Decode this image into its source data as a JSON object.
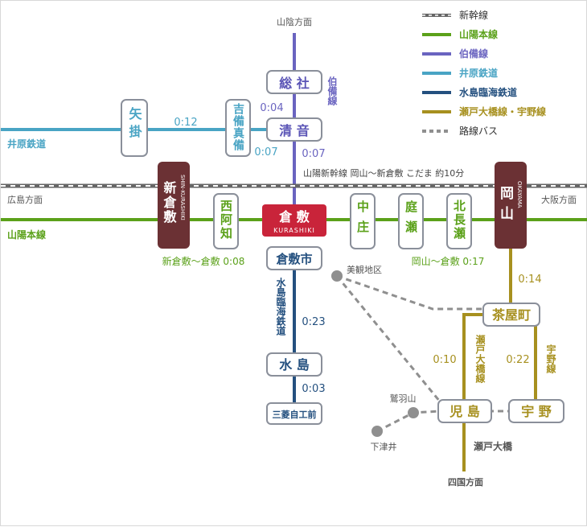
{
  "colors": {
    "shinkansen": "#777777",
    "sanyo": "#5ba11a",
    "hakubi": "#6a64c0",
    "ibara": "#49a4c4",
    "mizushima": "#24507f",
    "seto": "#a7901f",
    "bus": "#8f8f8f",
    "kurashiki_red": "#c9243a",
    "shinkansen_station": "#6b3134",
    "station_border": "#8a8f9a"
  },
  "legend": [
    {
      "key": "shinkansen",
      "label": "新幹線",
      "style": "dashed-rail"
    },
    {
      "key": "sanyo",
      "label": "山陽本線",
      "style": "solid"
    },
    {
      "key": "hakubi",
      "label": "伯備線",
      "style": "solid"
    },
    {
      "key": "ibara",
      "label": "井原鉄道",
      "style": "solid"
    },
    {
      "key": "mizushima",
      "label": "水島臨海鉄道",
      "style": "solid"
    },
    {
      "key": "seto",
      "label": "瀬戸大橋線・宇野線",
      "style": "solid"
    },
    {
      "key": "bus",
      "label": "路線バス",
      "style": "dotted"
    }
  ],
  "directions": {
    "sanin": "山陰方面",
    "hiroshima": "広島方面",
    "osaka": "大阪方面",
    "shikoku": "四国方面"
  },
  "line_labels": {
    "ibara": "井原鉄道",
    "sanyo": "山陽本線",
    "hakubi": "伯備線",
    "mizushima": "水島臨海鉄道",
    "seto": "瀬戸大橋線",
    "uno": "宇野線",
    "setoohashi_bridge": "瀬戸大橋",
    "shinkansen_note": "山陽新幹線 岡山～新倉敷 こだま 約10分"
  },
  "stations": {
    "soja": "総 社",
    "kiyone": "清 音",
    "yakage": "矢掛",
    "kibimakibi": "吉備真備",
    "shinkurashiki": "新倉敷",
    "shinkurashiki_roman": "SHIN-KURASHIKI",
    "nishiachi": "西阿知",
    "kurashiki": "倉 敷",
    "kurashiki_roman": "KURASHIKI",
    "nakasho": "中庄",
    "niwase": "庭瀬",
    "kitanagase": "北長瀬",
    "okayama": "岡山",
    "okayama_roman": "OKAYAMA",
    "kurashikishi": "倉敷市",
    "mizushima": "水 島",
    "mitsubishi": "三菱自工前",
    "chayamachi": "茶屋町",
    "kojima": "児 島",
    "uno": "宇 野"
  },
  "places": {
    "bikan": "美観地区",
    "washuzan": "鷲羽山",
    "shimotsui": "下津井"
  },
  "times": {
    "yakage_kibi": "0:12",
    "kibi_kiyone": "0:07",
    "soja_kiyone": "0:04",
    "kiyone_kurashiki": "0:07",
    "shinkurashiki_kurashiki": "新倉敷～倉敷 0:08",
    "okayama_kurashiki": "岡山～倉敷 0:17",
    "okayama_chayamachi": "0:14",
    "kurashikishi_mizushima": "0:23",
    "mizushima_mitsubishi": "0:03",
    "chayamachi_kojima": "0:10",
    "chayamachi_uno": "0:22"
  }
}
